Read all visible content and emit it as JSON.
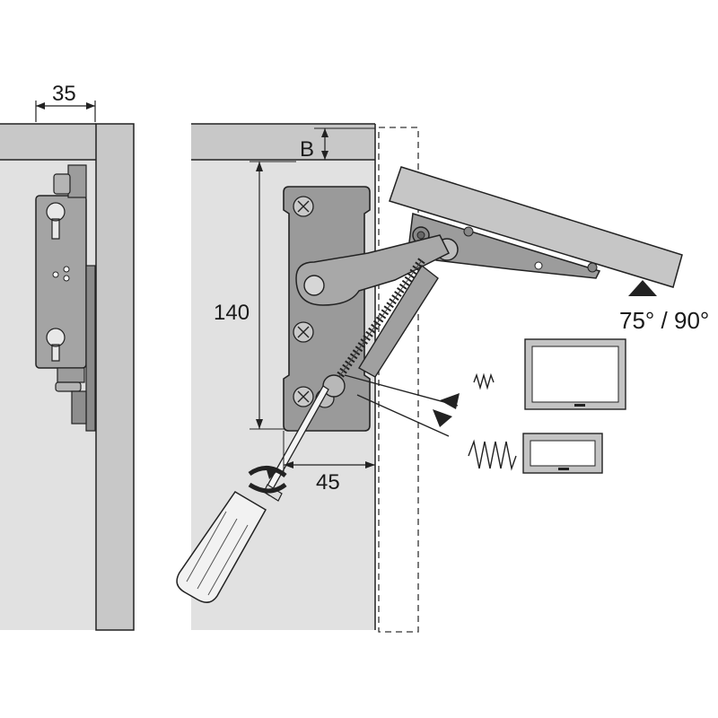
{
  "labels": {
    "width_dim": "35",
    "top_thickness": "B",
    "height_dim": "140",
    "depth_dim": "45",
    "opening_angle": "75° / 90°"
  },
  "colors": {
    "panel": "#dedede",
    "panel_top": "#c7c7c7",
    "metal": "#9a9a9a",
    "metal_dark": "#7c7c7c",
    "outline": "#1a1a1a"
  }
}
